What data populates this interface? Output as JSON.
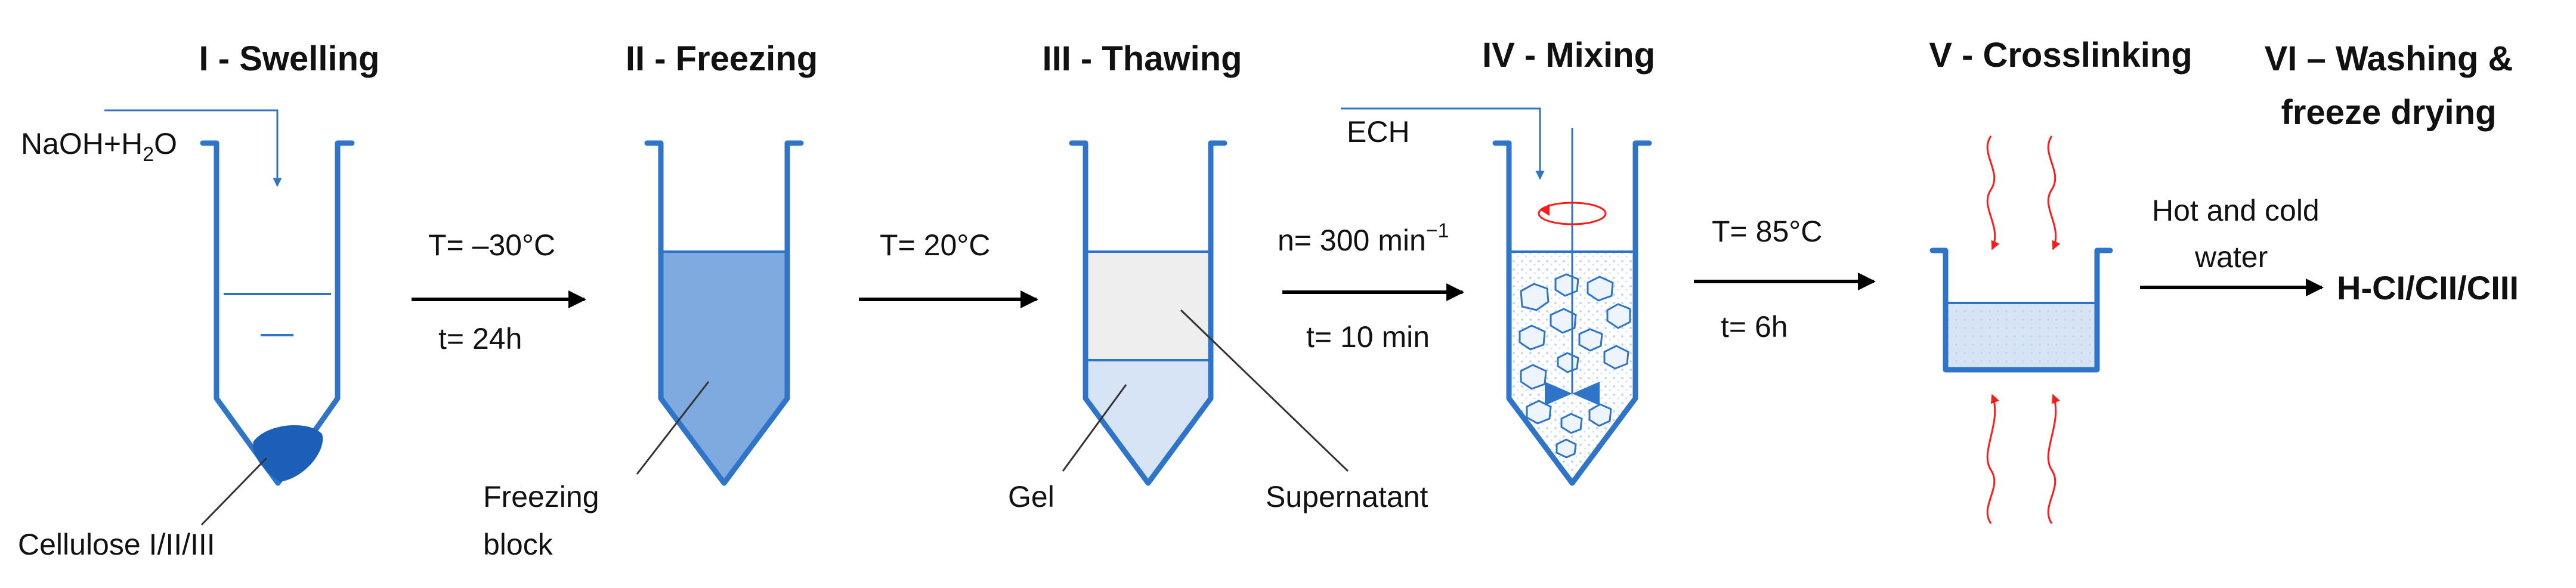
{
  "steps": [
    {
      "title": "I - Swelling"
    },
    {
      "title": "II - Freezing"
    },
    {
      "title": "III - Thawing"
    },
    {
      "title": "IV - Mixing"
    },
    {
      "title": "V - Crosslinking"
    },
    {
      "title_line1": "VI – Washing &",
      "title_line2": "freeze drying"
    }
  ],
  "reagents": {
    "naoh_base": "NaOH+H",
    "naoh_sub": "2",
    "naoh_end": "O",
    "ech": "ECH"
  },
  "conditions": {
    "c1_temp": "T= –30°C",
    "c1_time": "t= 24h",
    "c2_temp": "T= 20°C",
    "c3_speed_base": "n= 300 min",
    "c3_speed_sup": "−1",
    "c3_time": "t= 10 min",
    "c4_temp": "T= 85°C",
    "c4_time": "t= 6h",
    "c5_line1": "Hot and cold",
    "c5_line2": "water"
  },
  "labels": {
    "cellulose": "Cellulose I/II/III",
    "freezing_line1": "Freezing",
    "freezing_line2": "block",
    "gel": "Gel",
    "supernatant": "Supernatant"
  },
  "product": "H-CI/CII/CIII",
  "colors": {
    "tube": "#2e75c9",
    "frozen": "#7eaae0",
    "gel": "#d6e4f6",
    "supernatant": "#eeeeee",
    "heat": "#ff1a1a",
    "arrow": "#000000",
    "cellulose": "#1c5fb8"
  }
}
